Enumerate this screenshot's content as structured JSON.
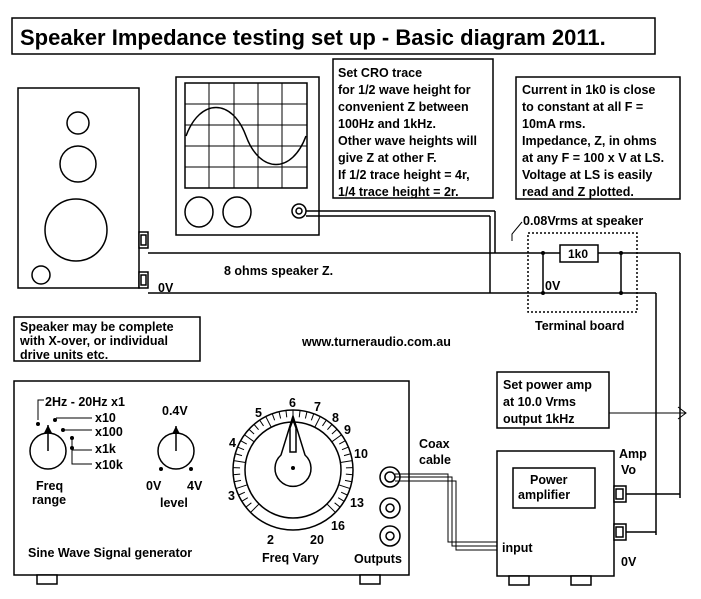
{
  "title": "Speaker Impedance  testing set up - Basic diagram 2011.",
  "cro_note": [
    "Set CRO trace",
    "for 1/2 wave height for",
    "convenient Z between",
    "100Hz and 1kHz.",
    "Other wave heights will",
    "give Z at other F.",
    "If 1/2 trace height = 4r,",
    "1/4 trace height = 2r."
  ],
  "current_note": [
    "Current in 1k0 is close",
    "to constant at all F =",
    "10mA rms.",
    "Impedance, Z, in ohms",
    "at any F = 100 x V at LS.",
    "Voltage at LS is easily",
    "read and Z plotted."
  ],
  "speaker_voltage": "0.08Vrms at speaker",
  "resistor_label": "1k0",
  "terminal_0v": "0V",
  "terminal_board_label": "Terminal board",
  "speaker_z_label": "8 ohms speaker Z.",
  "speaker_0v": "0V",
  "speaker_note": [
    "Speaker may be complete",
    "with X-over, or individual",
    "drive units etc."
  ],
  "website": "www.turneraudio.com.au",
  "amp_note": [
    "Set power amp",
    "at 10.0 Vrms",
    "output  1kHz"
  ],
  "generator": {
    "range_labels": [
      "2Hz - 20Hz x1",
      "x10",
      "x100",
      "x1k",
      "x10k"
    ],
    "freq_range_label": [
      "Freq",
      "range"
    ],
    "level_top": "0.4V",
    "level_min": "0V",
    "level_max": "4V",
    "level_label": "level",
    "dial_numbers": [
      "2",
      "3",
      "4",
      "5",
      "6",
      "7",
      "8",
      "9",
      "10",
      "13",
      "16",
      "20"
    ],
    "freq_vary_label": "Freq Vary",
    "outputs_label": "Outputs",
    "name": "Sine Wave Signal generator"
  },
  "coax_label": [
    "Coax",
    "cable"
  ],
  "amplifier": {
    "name": [
      "Power",
      "amplifier"
    ],
    "input_label": "input",
    "out_label": [
      "Amp",
      "Vo"
    ],
    "zero_label": "0V"
  }
}
